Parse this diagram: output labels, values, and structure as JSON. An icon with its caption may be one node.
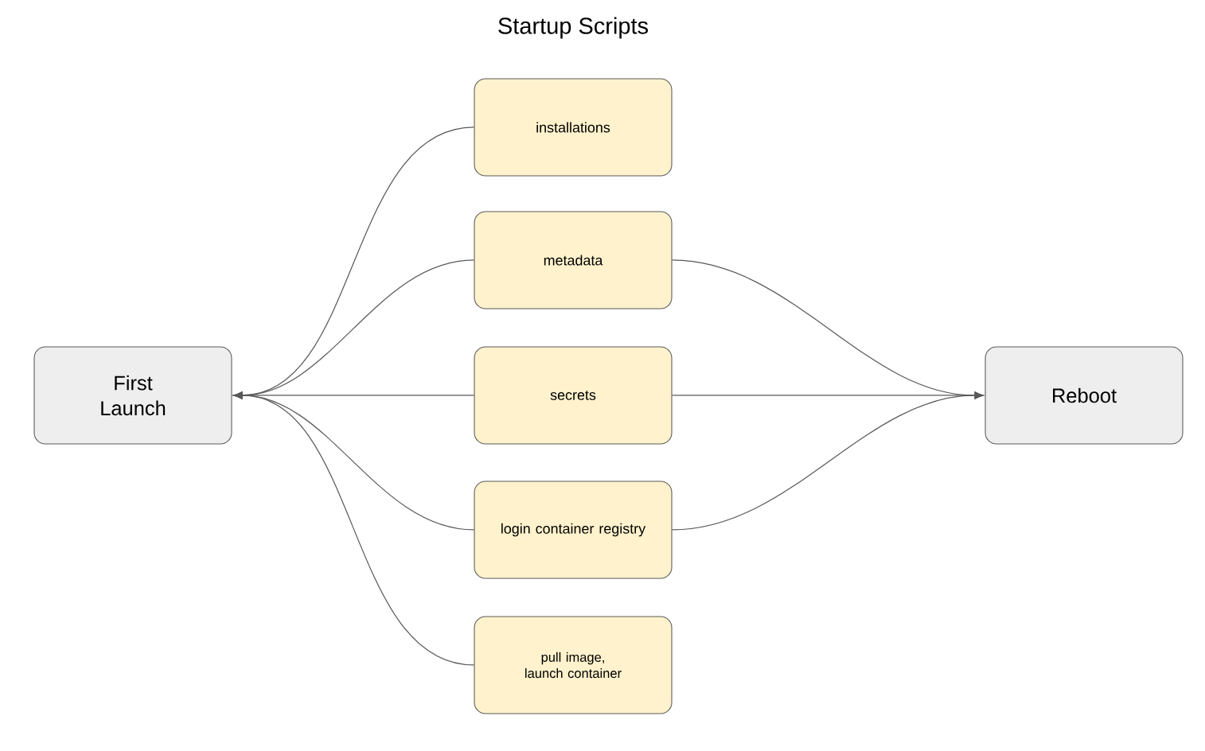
{
  "diagram": {
    "title": "Startup Scripts",
    "nodes": [
      {
        "text": [
          "First Launch"
        ]
      },
      {
        "text": [
          "installations"
        ]
      },
      {
        "text": [
          "metadata"
        ]
      },
      {
        "text": [
          "secrets"
        ]
      },
      {
        "text": [
          "login container registry"
        ]
      },
      {
        "text": [
          "pull image, launch container"
        ]
      },
      {
        "text": [
          "Reboot"
        ]
      }
    ],
    "edges": [
      {
        "from": 1,
        "to": 0,
        "arrow": "to"
      },
      {
        "from": 2,
        "to": 0,
        "arrow": "to"
      },
      {
        "from": 3,
        "to": 0,
        "arrow": "to"
      },
      {
        "from": 4,
        "to": 0,
        "arrow": "to"
      },
      {
        "from": 5,
        "to": 0,
        "arrow": "to"
      },
      {
        "from": 2,
        "to": 6,
        "arrow": "to"
      },
      {
        "from": 3,
        "to": 6,
        "arrow": "to"
      },
      {
        "from": 4,
        "to": 6,
        "arrow": "to"
      }
    ]
  }
}
